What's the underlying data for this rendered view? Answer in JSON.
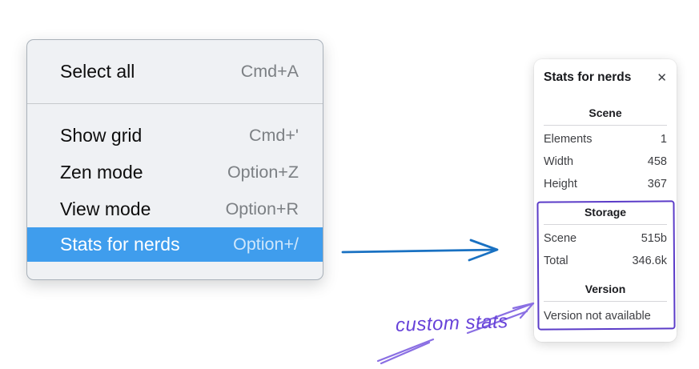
{
  "context_menu": {
    "highlight_color": "#3f9ded",
    "groups": [
      {
        "items": [
          {
            "label": "Select all",
            "shortcut": "Cmd+A",
            "selected": false
          }
        ]
      },
      {
        "items": [
          {
            "label": "Show grid",
            "shortcut": "Cmd+'",
            "selected": false
          },
          {
            "label": "Zen mode",
            "shortcut": "Option+Z",
            "selected": false
          },
          {
            "label": "View mode",
            "shortcut": "Option+R",
            "selected": false
          },
          {
            "label": "Stats for nerds",
            "shortcut": "Option+/",
            "selected": true
          }
        ]
      }
    ]
  },
  "stats_panel": {
    "title": "Stats for nerds",
    "close_icon": "✕",
    "sections": [
      {
        "heading": "Scene",
        "rows": [
          {
            "label": "Elements",
            "value": "1"
          },
          {
            "label": "Width",
            "value": "458"
          },
          {
            "label": "Height",
            "value": "367"
          }
        ]
      },
      {
        "heading": "Storage",
        "rows": [
          {
            "label": "Scene",
            "value": "515b"
          },
          {
            "label": "Total",
            "value": "346.6k"
          }
        ]
      },
      {
        "heading": "Version",
        "rows": [],
        "note": "Version not available"
      }
    ]
  },
  "annotation": {
    "label": "custom stats",
    "text_color": "#6742d9",
    "box_color": "#5b3cc8",
    "arrow_color": "#8a6fe3"
  },
  "pointer_arrow": {
    "color": "#1971c2"
  }
}
